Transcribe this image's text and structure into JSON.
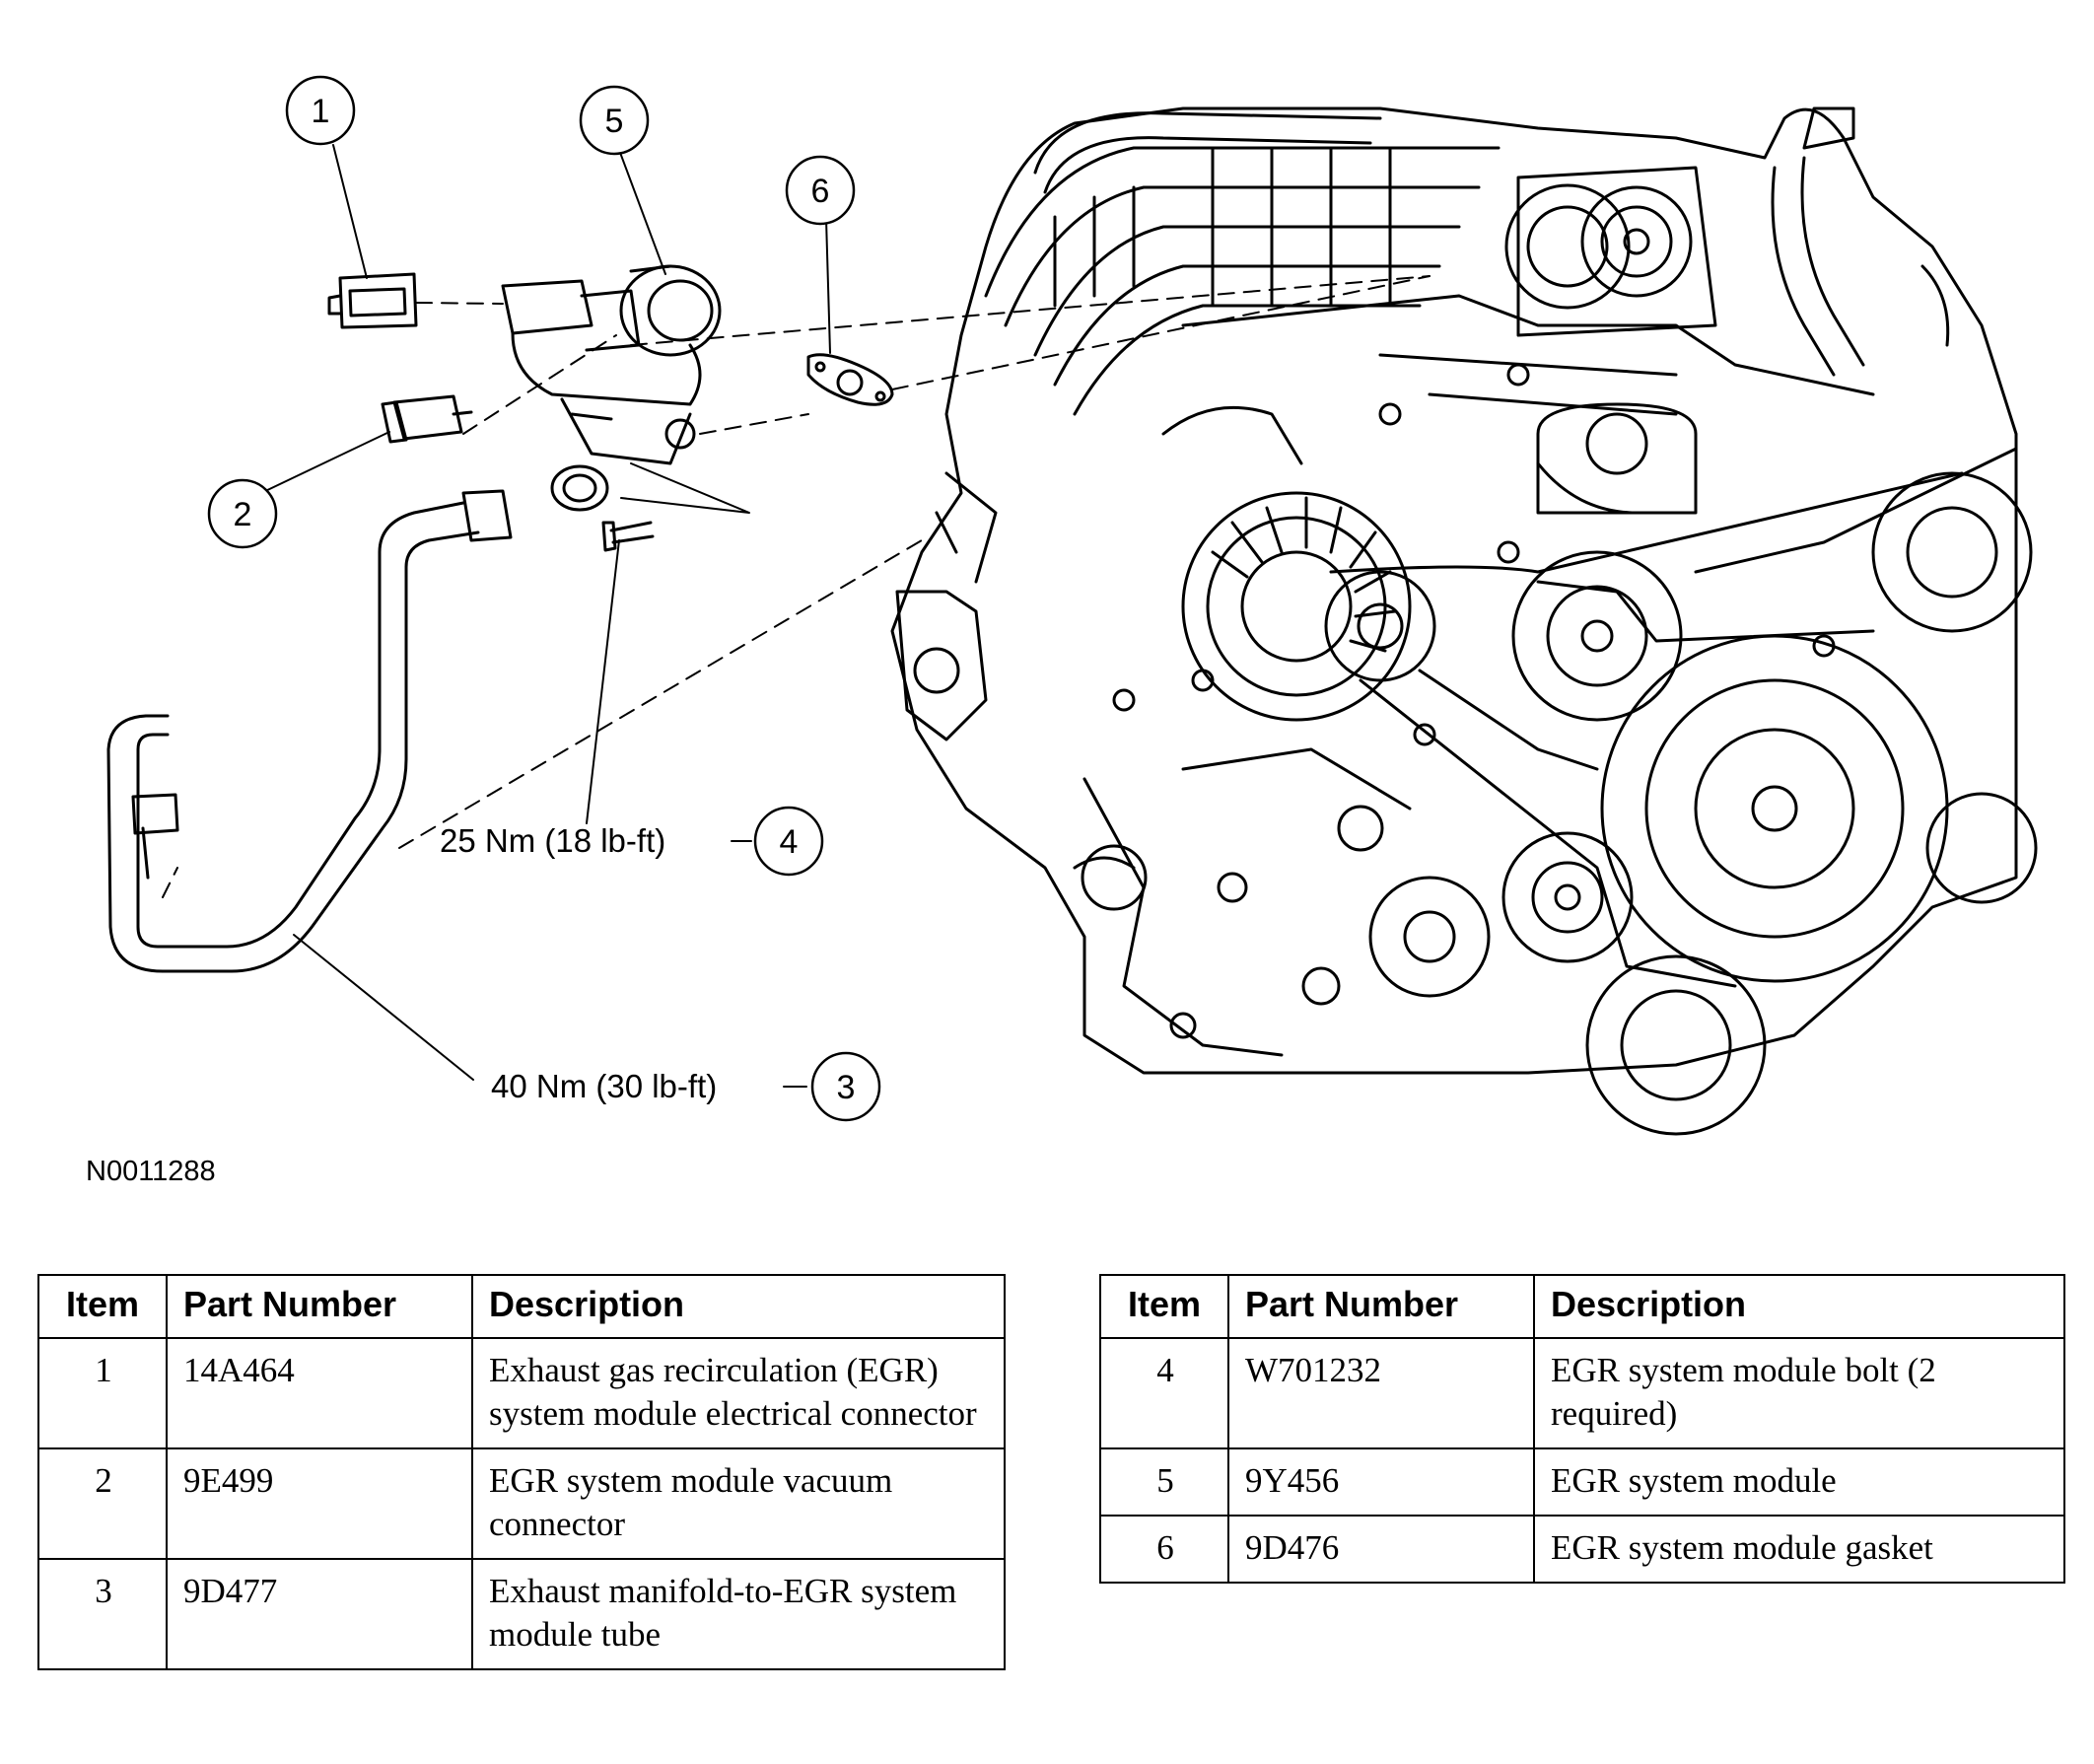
{
  "figure_id": "N0011288",
  "callouts": [
    "1",
    "2",
    "3",
    "4",
    "5",
    "6"
  ],
  "torque_specs": {
    "item4": "25 Nm (18 lb-ft)",
    "item3": "40 Nm (30 lb-ft)"
  },
  "table": {
    "headers": {
      "item": "Item",
      "part_number": "Part Number",
      "description": "Description"
    },
    "rows": [
      {
        "item": "1",
        "part_number": "14A464",
        "description": "Exhaust gas recirculation (EGR) system module electrical connector"
      },
      {
        "item": "2",
        "part_number": "9E499",
        "description": "EGR system module vacuum connector"
      },
      {
        "item": "3",
        "part_number": "9D477",
        "description": "Exhaust manifold-to-EGR system module tube"
      },
      {
        "item": "4",
        "part_number": "W701232",
        "description": "EGR system module bolt (2 required)"
      },
      {
        "item": "5",
        "part_number": "9Y456",
        "description": "EGR system module"
      },
      {
        "item": "6",
        "part_number": "9D476",
        "description": "EGR system module gasket"
      }
    ]
  }
}
